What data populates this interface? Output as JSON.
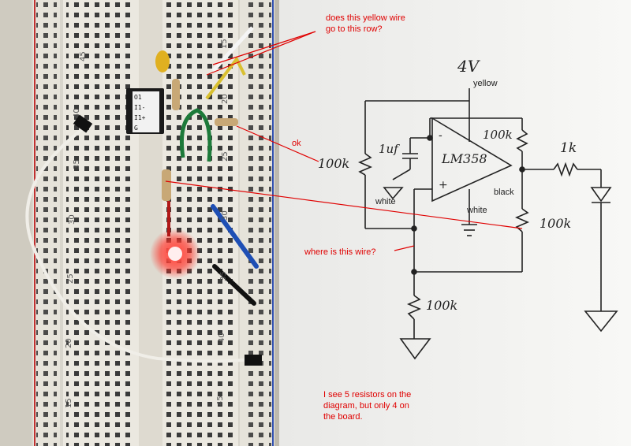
{
  "photo": {
    "breadboard_numbers": [
      "45",
      "40",
      "35",
      "30",
      "25",
      "20",
      "15",
      "15",
      "20",
      "25",
      "30",
      "35",
      "40",
      "45"
    ],
    "chip_markings": [
      "O1",
      "I1-",
      "I1+",
      "G"
    ]
  },
  "schematic": {
    "supply_voltage": "4V",
    "opamp": "LM358",
    "resistor_feedback": "100k",
    "resistor_input": "100k",
    "resistor_divider_top": "100k",
    "resistor_bottom": "100k",
    "resistor_led": "1k",
    "capacitor": "1uf",
    "opamp_minus": "-",
    "opamp_plus": "+"
  },
  "wire_labels": {
    "yellow": "yellow",
    "black": "black",
    "white_left": "white",
    "white_right": "white"
  },
  "annotations": {
    "yellow_wire_question": "does this yellow wire\ngo to this row?",
    "ok": "ok",
    "where_wire": "where is this wire?",
    "resistor_note": "I see 5 resistors on the\ndiagram, but only 4 on\nthe board."
  },
  "colors": {
    "annotation_red": "#e00000",
    "board_white": "#e9e6de",
    "hole_dark": "#3a3a3a",
    "led_red": "#ff2a20"
  }
}
